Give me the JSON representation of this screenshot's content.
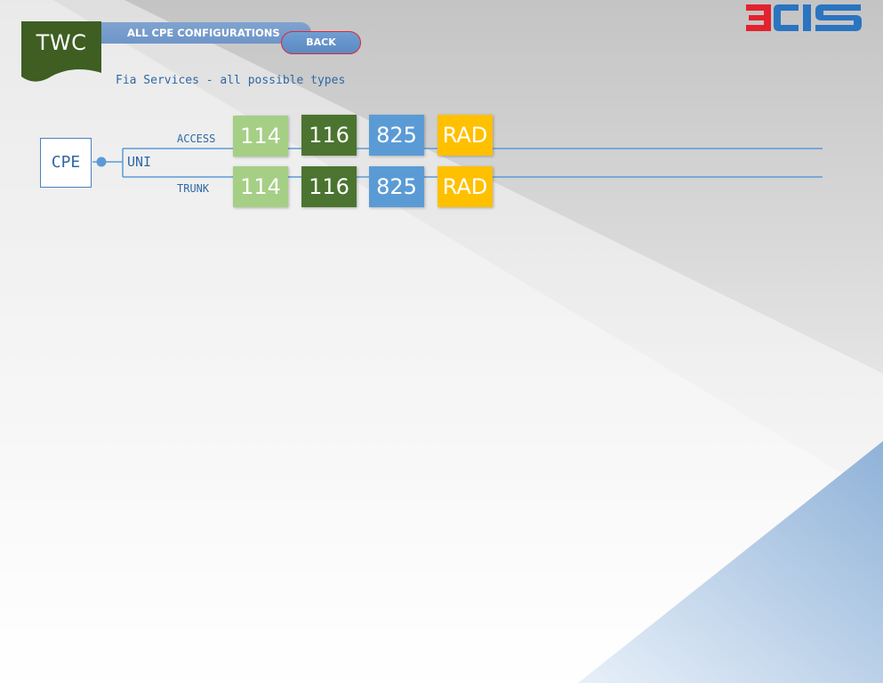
{
  "brand": {
    "tab_label": "TWC",
    "logo_label": "3CIS"
  },
  "header": {
    "title": "ALL CPE CONFIGURATIONS",
    "back_label": "BACK",
    "subtitle": "Fia Services - all possible types"
  },
  "diagram": {
    "cpe_label": "CPE",
    "uni_label": "UNI",
    "rows": [
      {
        "label": "ACCESS",
        "services": [
          "114",
          "116",
          "825",
          "RAD"
        ]
      },
      {
        "label": "TRUNK",
        "services": [
          "114",
          "116",
          "825",
          "RAD"
        ]
      }
    ]
  },
  "colors": {
    "svc_114": "#a6cf86",
    "svc_116": "#4b7430",
    "svc_825": "#5b9bd5",
    "svc_rad": "#ffc000",
    "brand_green": "#3e5e22",
    "line_blue": "#5b9bd5",
    "logo_red": "#e2232e",
    "logo_blue": "#2a74c0"
  }
}
